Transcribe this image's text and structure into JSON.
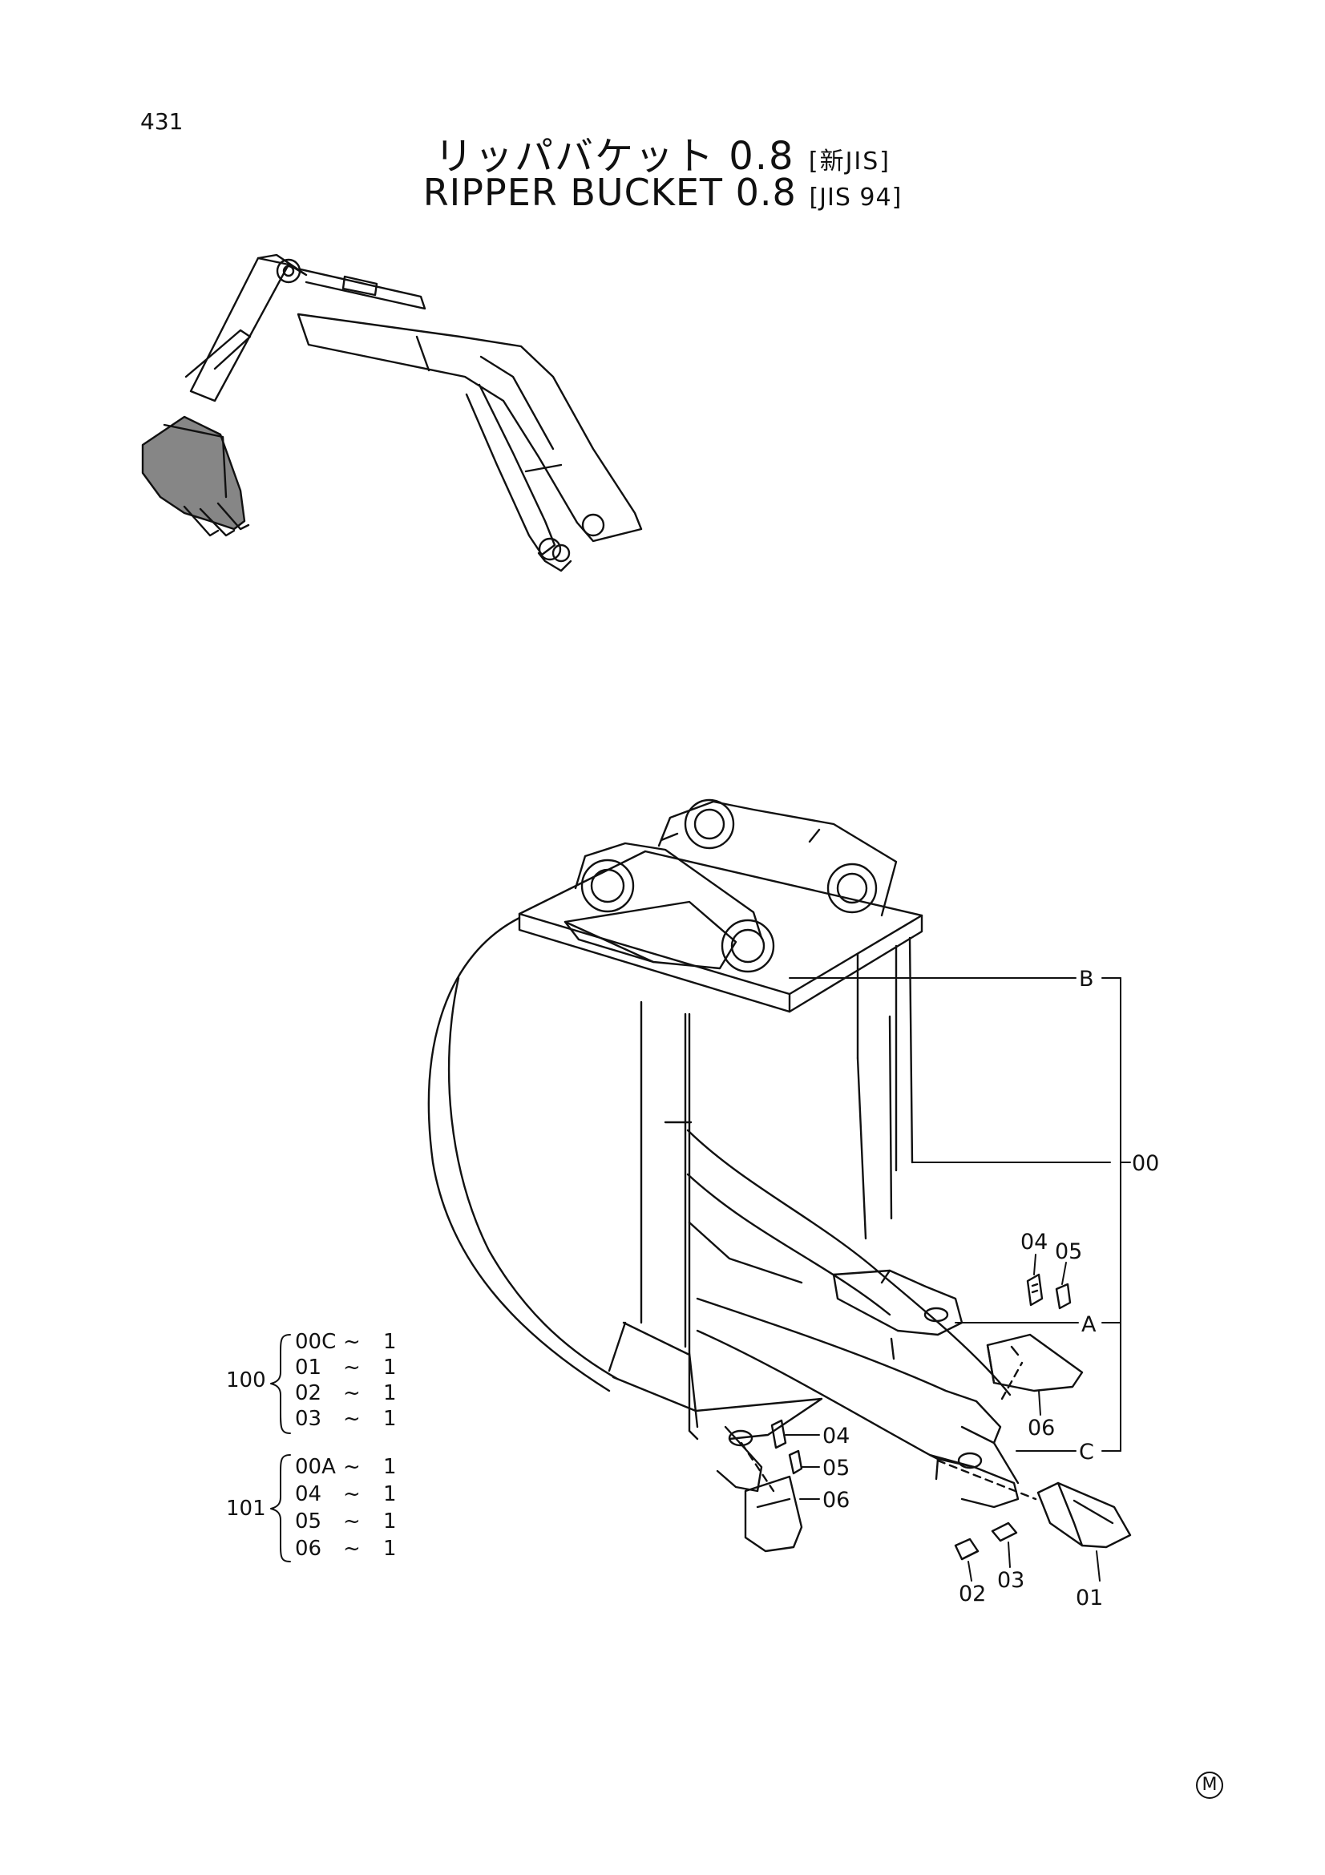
{
  "page_number": "431",
  "title": {
    "jp_main": "リッパバケット 0.8",
    "jp_tag": "[新JIS]",
    "en_main": "RIPPER  BUCKET  0.8",
    "en_tag": "[JIS 94]"
  },
  "callouts": {
    "B": "B",
    "A": "A",
    "C": "C",
    "p00": "00",
    "p04_top": "04",
    "p05_top": "05",
    "p06_right": "06",
    "p04_left": "04",
    "p05_left": "05",
    "p06_left": "06",
    "p02": "02",
    "p03": "03",
    "p01": "01"
  },
  "kits": [
    {
      "label": "100",
      "items": [
        {
          "part": "00C",
          "qty": "1"
        },
        {
          "part": "01",
          "qty": "1"
        },
        {
          "part": "02",
          "qty": "1"
        },
        {
          "part": "03",
          "qty": "1"
        }
      ]
    },
    {
      "label": "101",
      "items": [
        {
          "part": "00A",
          "qty": "1"
        },
        {
          "part": "04",
          "qty": "1"
        },
        {
          "part": "05",
          "qty": "1"
        },
        {
          "part": "06",
          "qty": "1"
        }
      ]
    }
  ],
  "tilde": "~",
  "corner_mark": "M"
}
